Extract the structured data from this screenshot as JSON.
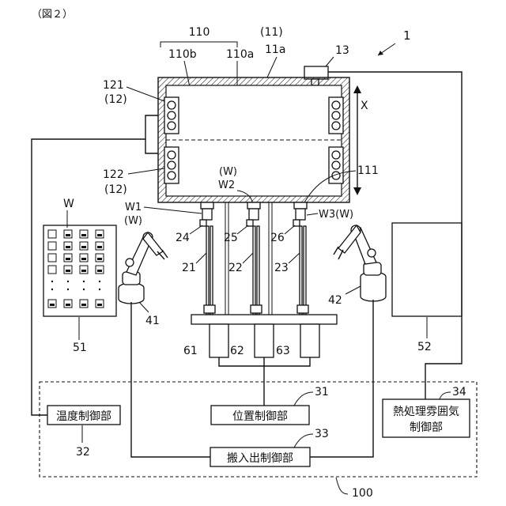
{
  "figure": {
    "caption": "（図２）",
    "apparatus_ref": "1",
    "chamber": {
      "group_ref": "110",
      "part_a": "110a",
      "part_b": "110b",
      "housing_ref": "(11)",
      "wall_ref": "11a"
    },
    "sensor_ref": "13",
    "heater_top": {
      "ref": "121",
      "sub": "(12)"
    },
    "heater_bottom": {
      "ref": "122",
      "sub": "(12)"
    },
    "direction_label": "X",
    "right_heater_ref": "111",
    "wafer_labels": {
      "w2_sub": "(W)",
      "w2": "W2",
      "w1": "W1",
      "w1_sub": "(W)",
      "w3": "W3(W)"
    },
    "holders": [
      "24",
      "25",
      "26"
    ],
    "shafts": [
      "21",
      "22",
      "23"
    ],
    "actuators": [
      "61",
      "62",
      "63"
    ],
    "stocker": {
      "label": "W",
      "ref": "51"
    },
    "robots": [
      "41",
      "42"
    ],
    "other_unit_ref": "52",
    "controller": {
      "ref": "100",
      "position": {
        "label": "位置制御部",
        "ref": "31"
      },
      "temperature": {
        "label": "温度制御部",
        "ref": "32"
      },
      "transfer": {
        "label": "搬入出制御部",
        "ref": "33"
      },
      "atmosphere": {
        "line1": "熱処理雰囲気",
        "line2": "制御部",
        "ref": "34"
      }
    }
  }
}
